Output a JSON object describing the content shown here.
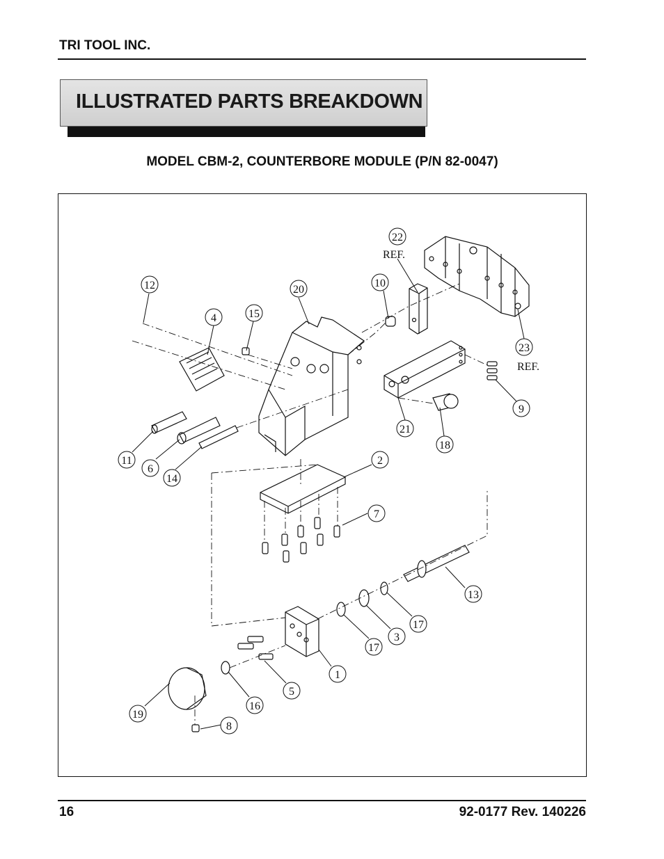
{
  "header": {
    "company": "TRI TOOL INC."
  },
  "banner": {
    "title": "ILLUSTRATED PARTS BREAKDOWN"
  },
  "subtitle": "MODEL CBM-2, COUNTERBORE MODULE (P/N 82-0047)",
  "diagram": {
    "callouts": [
      {
        "num": "22",
        "ref": "REF."
      },
      {
        "num": "10"
      },
      {
        "num": "12"
      },
      {
        "num": "20"
      },
      {
        "num": "4"
      },
      {
        "num": "15"
      },
      {
        "num": "23",
        "ref": "REF."
      },
      {
        "num": "9"
      },
      {
        "num": "21"
      },
      {
        "num": "18"
      },
      {
        "num": "11"
      },
      {
        "num": "6"
      },
      {
        "num": "14"
      },
      {
        "num": "2"
      },
      {
        "num": "7"
      },
      {
        "num": "13"
      },
      {
        "num": "17"
      },
      {
        "num": "3"
      },
      {
        "num": "17"
      },
      {
        "num": "1"
      },
      {
        "num": "5"
      },
      {
        "num": "16"
      },
      {
        "num": "19"
      },
      {
        "num": "8"
      }
    ]
  },
  "footer": {
    "page": "16",
    "doc": "92-0177  Rev.  140226"
  }
}
